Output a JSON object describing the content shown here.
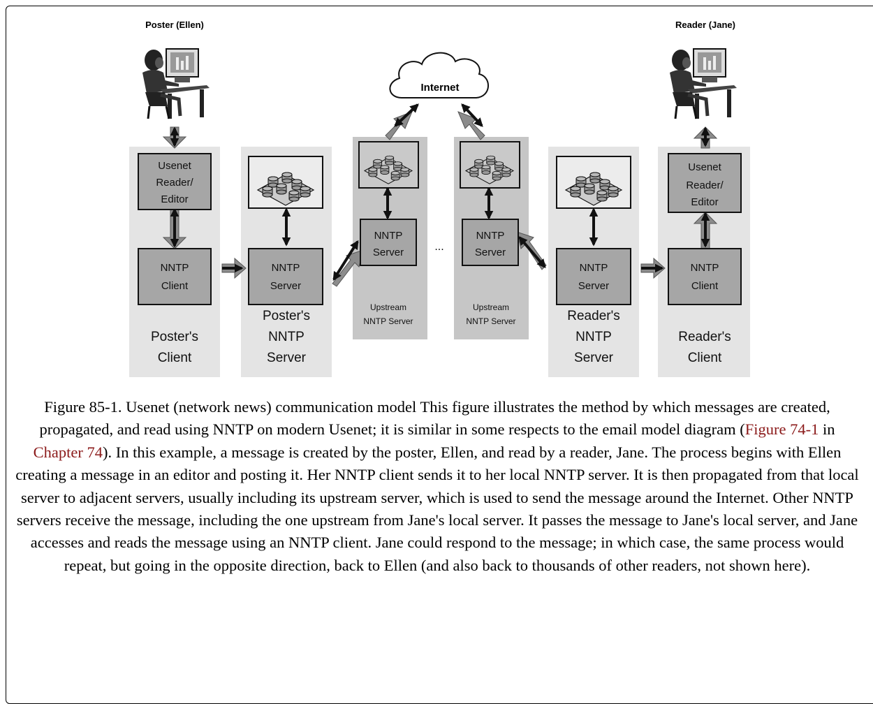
{
  "diagram": {
    "poster_label": "Poster (Ellen)",
    "reader_label": "Reader (Jane)",
    "internet": "Internet",
    "ellipsis": "...",
    "poster_client": {
      "editor": [
        "Usenet",
        "Reader/",
        "Editor"
      ],
      "nntp": [
        "NNTP",
        "Client"
      ],
      "title": [
        "Poster's",
        "Client"
      ]
    },
    "poster_server": {
      "nntp": [
        "NNTP",
        "Server"
      ],
      "title": [
        "Poster's",
        "NNTP",
        "Server"
      ]
    },
    "upstream_left": {
      "nntp": [
        "NNTP",
        "Server"
      ],
      "title": [
        "Upstream",
        "NNTP Server"
      ]
    },
    "upstream_right": {
      "nntp": [
        "NNTP",
        "Server"
      ],
      "title": [
        "Upstream",
        "NNTP Server"
      ]
    },
    "reader_server": {
      "nntp": [
        "NNTP",
        "Server"
      ],
      "title": [
        "Reader's",
        "NNTP",
        "Server"
      ]
    },
    "reader_client": {
      "editor": [
        "Usenet",
        "Reader/",
        "Editor"
      ],
      "nntp": [
        "NNTP",
        "Client"
      ],
      "title": [
        "Reader's",
        "Client"
      ]
    }
  },
  "caption": {
    "text_1": "Figure 85-1. Usenet (network news) communication model This figure illustrates the method by which messages are created, propagated, and read using NNTP on modern Usenet; it is similar in some respects to the email model diagram (",
    "link_1": "Figure 74-1",
    "text_2": " in ",
    "link_2": "Chapter 74",
    "text_3": "). In this example, a message is created by the poster, Ellen, and read by a reader, Jane. The process begins with Ellen creating a message in an editor and posting it. Her NNTP client sends it to her local NNTP server. It is then propagated from that local server to adjacent servers, usually including its upstream server, which is used to send the message around the Internet. Other NNTP servers receive the message, including the one upstream from Jane's local server. It passes the message to Jane's local server, and Jane accesses and reads the message using an NNTP client. Jane could respond to the message; in which case, the same process would repeat, but going in the opposite direction, back to Ellen (and also back to thousands of other readers, not shown here)."
  }
}
